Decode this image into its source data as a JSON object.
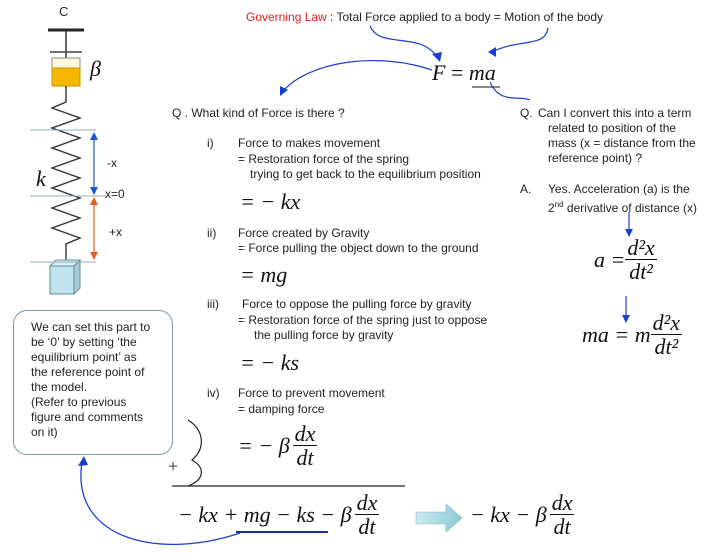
{
  "spring_diagram": {
    "ceiling_label": "C",
    "damper_symbol": "β",
    "spring_symbol": "k",
    "minus_x": "-x",
    "zero_x": "x=0",
    "plus_x": "+x",
    "colors": {
      "damper_fill": "#f5b800",
      "mass_fill": "#bfe3ea",
      "minus_arrow": "#2255cc",
      "plus_arrow": "#e06020"
    }
  },
  "governing_law": {
    "label": "Governing Law",
    "text": " : Total Force applied to a body = Motion of the body",
    "label_color": "#e02020"
  },
  "main_equation": {
    "lhs": "F",
    "eq": " = ",
    "rhs": "ma"
  },
  "question_left": {
    "title": "Q . What kind of Force is there ?",
    "items": [
      {
        "num": "i)",
        "line1": "Force to makes movement",
        "line2": "= Restoration force of the spring",
        "line3": "trying to get back to the equilibrium position",
        "formula": "= − kx"
      },
      {
        "num": "ii)",
        "line1": "Force created by Gravity",
        "line2": "= Force pulling the object down to the ground",
        "formula": "=  mg"
      },
      {
        "num": "iii)",
        "line1": "Force to oppose the pulling force by gravity",
        "line2": "= Restoration force of the spring just to oppose",
        "line3": "the pulling force by gravity",
        "formula": "= − ks"
      },
      {
        "num": "iv)",
        "line1": "Force to prevent movement",
        "line2": "= damping force",
        "formula_prefix": "= − β",
        "formula_num": "dx",
        "formula_den": "dt"
      }
    ]
  },
  "question_right": {
    "q_label": "Q.",
    "q_line1": "Can I convert this into a term",
    "q_line2": "related to position of the",
    "q_line3": "mass (x = distance from the",
    "q_line4": "reference point) ?",
    "a_label": "A.",
    "a_line1": "Yes. Acceleration (a) is the",
    "a_line2_pre": "2",
    "a_line2_sup": "nd",
    "a_line2_post": " derivative of distance (x)",
    "eq1_lhs": "a = ",
    "eq1_num": "d²x",
    "eq1_den": "dt²",
    "eq2_lhs": "ma = m",
    "eq2_num": "d²x",
    "eq2_den": "dt²"
  },
  "callout": {
    "lines": [
      "We can set this part to",
      "be ‘0’ by setting ‘the",
      "equilibrium point’ as",
      "the reference point of",
      "the model.",
      "(Refer to previous",
      "figure and comments",
      "on it)"
    ]
  },
  "sum": {
    "plus": "+",
    "expr_main": "− kx + mg − ks − β",
    "expr_num": "dx",
    "expr_den": "dt",
    "result_main": "− kx − β",
    "result_num": "dx",
    "result_den": "dt",
    "colors": {
      "arrow_fill": "#9fd3dc",
      "underline": "#1a2fa0",
      "curve": "#1a3fcf"
    }
  }
}
